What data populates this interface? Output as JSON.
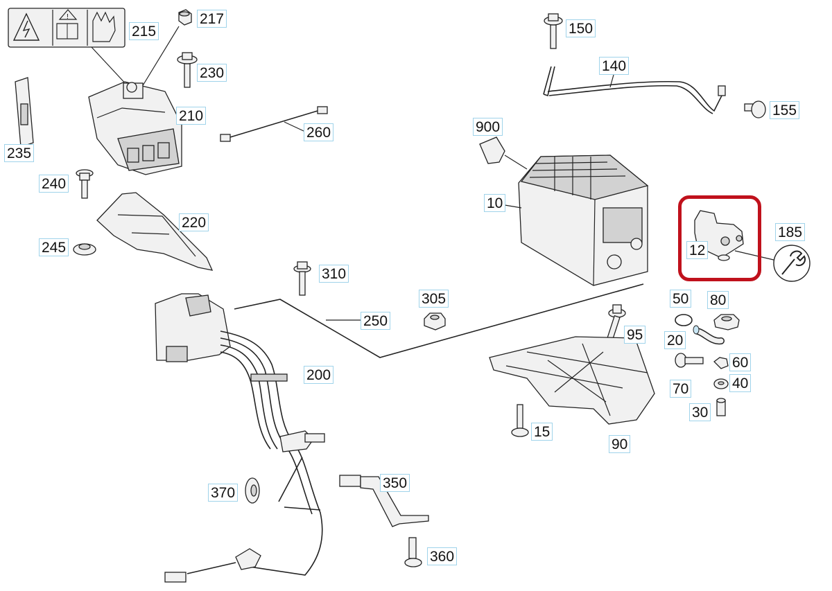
{
  "diagram": {
    "highlight_color": "#c0111c",
    "callout_border_color": "#9fd3ea",
    "callouts": [
      {
        "id": "215",
        "label": "215"
      },
      {
        "id": "217",
        "label": "217"
      },
      {
        "id": "230",
        "label": "230"
      },
      {
        "id": "210",
        "label": "210"
      },
      {
        "id": "260",
        "label": "260"
      },
      {
        "id": "235",
        "label": "235"
      },
      {
        "id": "240",
        "label": "240"
      },
      {
        "id": "220",
        "label": "220"
      },
      {
        "id": "245",
        "label": "245"
      },
      {
        "id": "150",
        "label": "150"
      },
      {
        "id": "140",
        "label": "140"
      },
      {
        "id": "155",
        "label": "155"
      },
      {
        "id": "900",
        "label": "900"
      },
      {
        "id": "10",
        "label": "10"
      },
      {
        "id": "185",
        "label": "185"
      },
      {
        "id": "12",
        "label": "12"
      },
      {
        "id": "310",
        "label": "310"
      },
      {
        "id": "305",
        "label": "305"
      },
      {
        "id": "250",
        "label": "250"
      },
      {
        "id": "50",
        "label": "50"
      },
      {
        "id": "80",
        "label": "80"
      },
      {
        "id": "95",
        "label": "95"
      },
      {
        "id": "20",
        "label": "20"
      },
      {
        "id": "60",
        "label": "60"
      },
      {
        "id": "70",
        "label": "70"
      },
      {
        "id": "40",
        "label": "40"
      },
      {
        "id": "30",
        "label": "30"
      },
      {
        "id": "200",
        "label": "200"
      },
      {
        "id": "15",
        "label": "15"
      },
      {
        "id": "90",
        "label": "90"
      },
      {
        "id": "350",
        "label": "350"
      },
      {
        "id": "370",
        "label": "370"
      },
      {
        "id": "360",
        "label": "360"
      }
    ],
    "warning_label_icons": [
      "high-voltage-warning-icon",
      "read-manual-icon",
      "protective-gloves-icon"
    ]
  }
}
